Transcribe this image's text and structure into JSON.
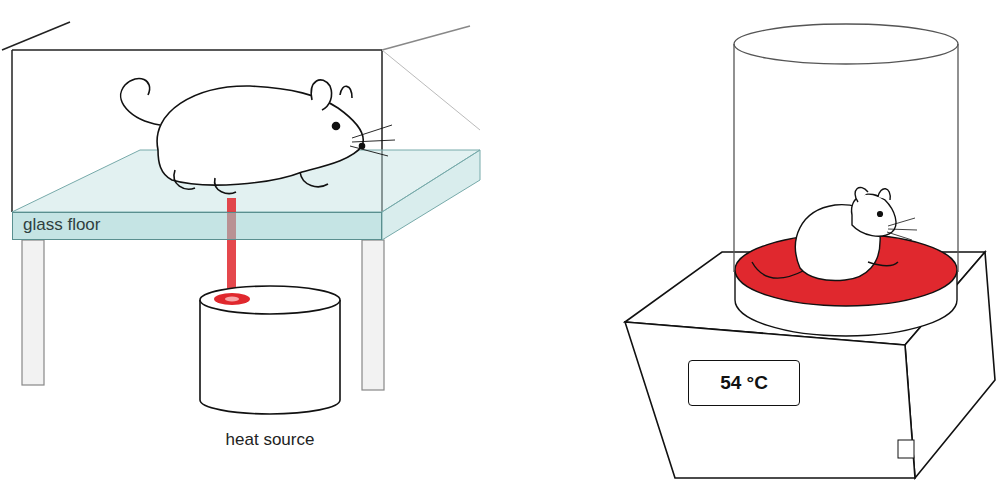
{
  "diagram": {
    "nodes": [
      {
        "text": [
          "glass floor"
        ]
      },
      {
        "text": [
          "heat source"
        ]
      },
      {
        "text": [
          "54 °C"
        ]
      }
    ]
  }
}
